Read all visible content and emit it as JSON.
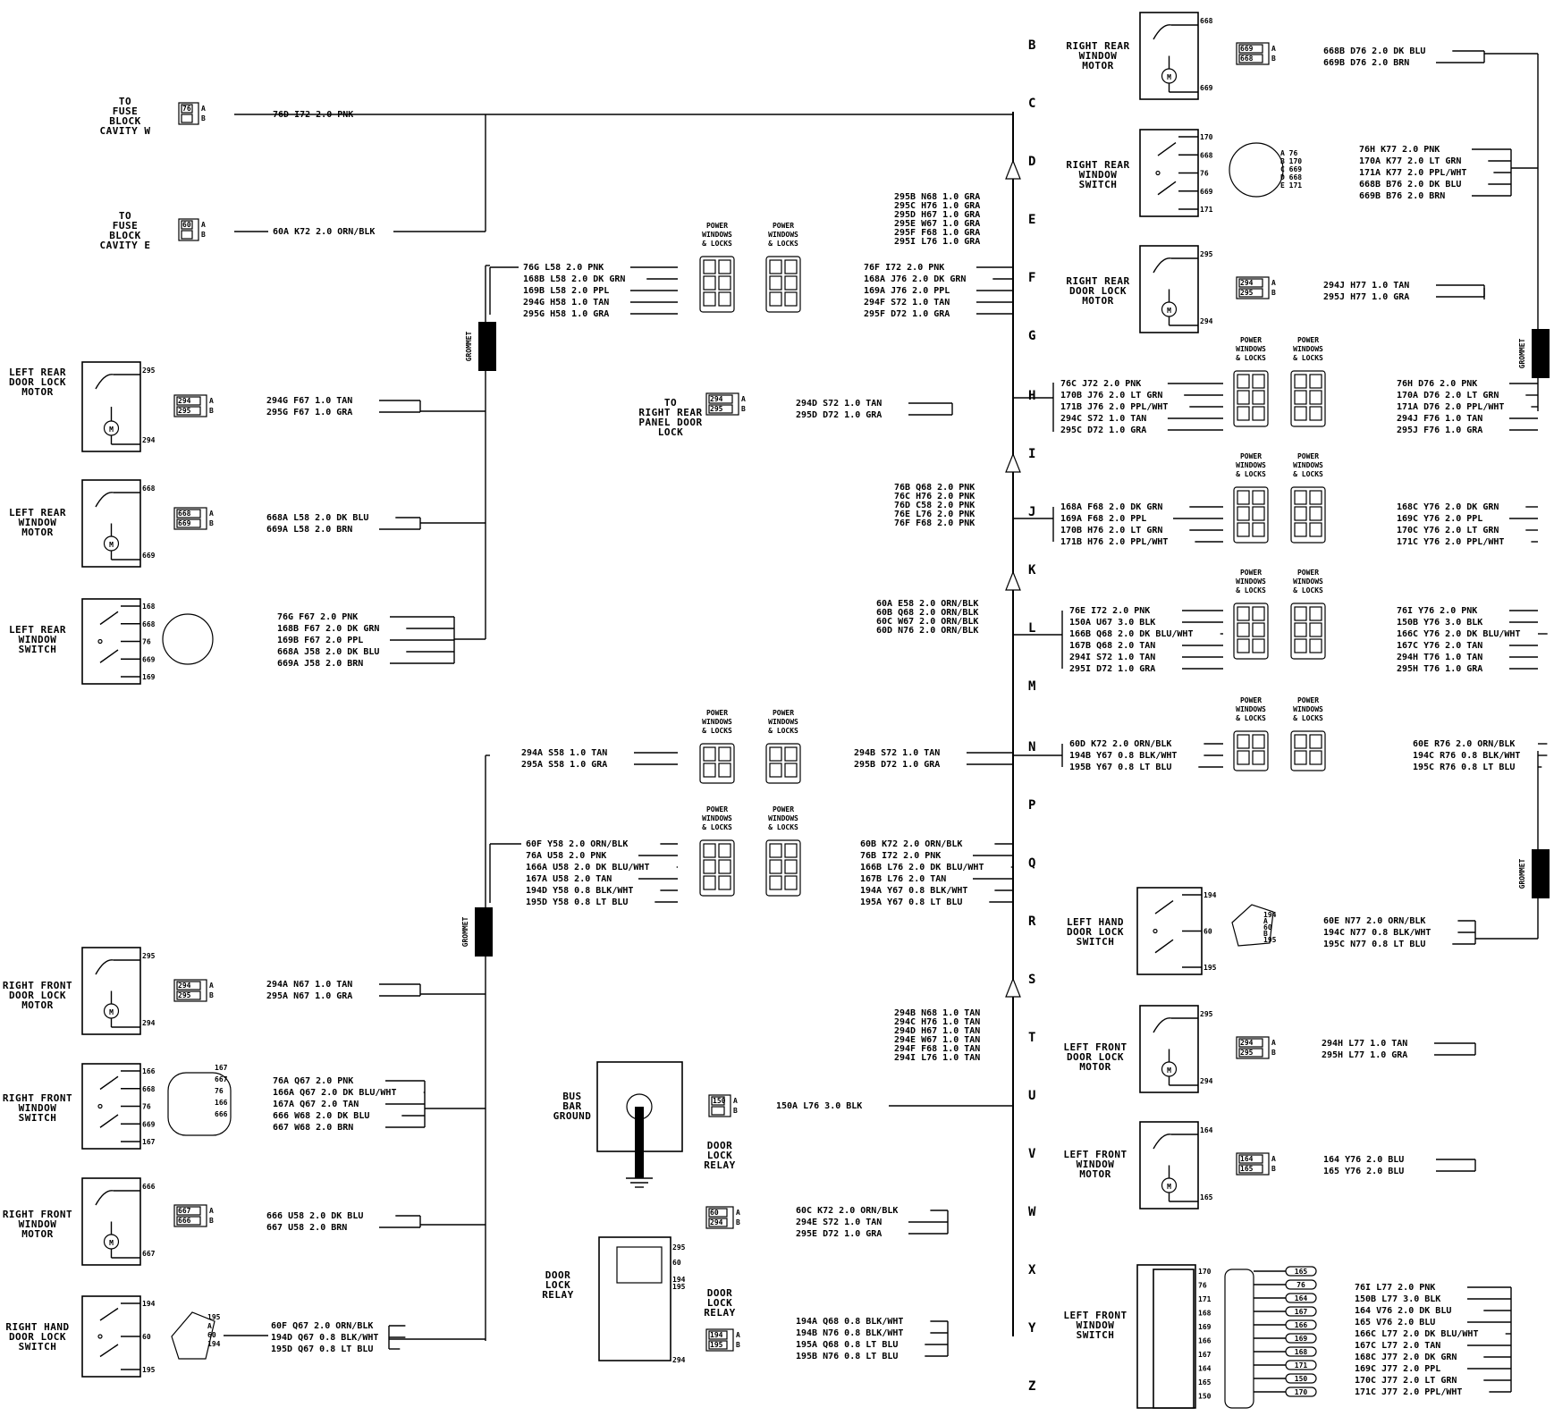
{
  "zones": [
    "B",
    "C",
    "D",
    "E",
    "F",
    "G",
    "H",
    "I",
    "J",
    "K",
    "L",
    "M",
    "N",
    "P",
    "Q",
    "R",
    "S",
    "T",
    "U",
    "V",
    "W",
    "X",
    "Y",
    "Z"
  ],
  "components": [
    {
      "id": "fuse-w",
      "label": [
        "TO",
        "FUSE",
        "BLOCK",
        "CAVITY W"
      ]
    },
    {
      "id": "fuse-e",
      "label": [
        "TO",
        "FUSE",
        "BLOCK",
        "CAVITY E"
      ]
    },
    {
      "id": "lr-lock-motor",
      "label": [
        "LEFT REAR",
        "DOOR LOCK",
        "MOTOR"
      ]
    },
    {
      "id": "lr-win-motor",
      "label": [
        "LEFT REAR",
        "WINDOW",
        "MOTOR"
      ]
    },
    {
      "id": "lr-win-switch",
      "label": [
        "LEFT REAR",
        "WINDOW",
        "SWITCH"
      ]
    },
    {
      "id": "rf-lock-motor",
      "label": [
        "RIGHT FRONT",
        "DOOR LOCK",
        "MOTOR"
      ]
    },
    {
      "id": "rf-win-switch",
      "label": [
        "RIGHT FRONT",
        "WINDOW",
        "SWITCH"
      ]
    },
    {
      "id": "rf-win-motor",
      "label": [
        "RIGHT FRONT",
        "WINDOW",
        "MOTOR"
      ]
    },
    {
      "id": "rh-lock-switch",
      "label": [
        "RIGHT HAND",
        "DOOR LOCK",
        "SWITCH"
      ]
    },
    {
      "id": "rr-panel-lock",
      "label": [
        "TO",
        "RIGHT REAR",
        "PANEL DOOR",
        "LOCK"
      ]
    },
    {
      "id": "bus-bar",
      "label": [
        "BUS",
        "BAR",
        "GROUND"
      ]
    },
    {
      "id": "relay-a",
      "label": [
        "DOOR",
        "LOCK",
        "RELAY"
      ]
    },
    {
      "id": "relay-b",
      "label": [
        "DOOR",
        "LOCK",
        "RELAY"
      ]
    },
    {
      "id": "relay-c",
      "label": [
        "DOOR",
        "LOCK",
        "RELAY"
      ]
    },
    {
      "id": "rr-win-motor",
      "label": [
        "RIGHT REAR",
        "WINDOW",
        "MOTOR"
      ]
    },
    {
      "id": "rr-win-switch",
      "label": [
        "RIGHT REAR",
        "WINDOW",
        "SWITCH"
      ]
    },
    {
      "id": "rr-lock-motor",
      "label": [
        "RIGHT REAR",
        "DOOR LOCK",
        "MOTOR"
      ]
    },
    {
      "id": "lh-lock-switch",
      "label": [
        "LEFT HAND",
        "DOOR LOCK",
        "SWITCH"
      ]
    },
    {
      "id": "lf-lock-motor",
      "label": [
        "LEFT FRONT",
        "DOOR LOCK",
        "MOTOR"
      ]
    },
    {
      "id": "lf-win-motor",
      "label": [
        "LEFT FRONT",
        "WINDOW",
        "MOTOR"
      ]
    },
    {
      "id": "lf-win-switch",
      "label": [
        "LEFT FRONT",
        "WINDOW",
        "SWITCH"
      ]
    }
  ],
  "connector_label": [
    "POWER",
    "WINDOWS",
    "& LOCKS"
  ],
  "grommet_label": "GROMMET",
  "wire_groups": [
    {
      "id": "fuse-w",
      "rows": [
        "76D    I72   2.0 PNK"
      ]
    },
    {
      "id": "fuse-e",
      "rows": [
        "60A    K72   2.0 ORN/BLK"
      ]
    },
    {
      "id": "lr-lock",
      "rows": [
        "294G   F67   1.0 TAN",
        "295G   F67   1.0 GRA"
      ]
    },
    {
      "id": "lr-motor",
      "rows": [
        "668A   L58   2.0 DK BLU",
        "669A   L58   2.0 BRN"
      ]
    },
    {
      "id": "lr-switch",
      "rows": [
        "76G    F67   2.0 PNK",
        "168B   F67   2.0 DK GRN",
        "169B   F67   2.0 PPL",
        "668A   J58   2.0 DK BLU",
        "669A   J58   2.0 BRN"
      ]
    },
    {
      "id": "pw1-left",
      "rows": [
        "76G   L58   2.0 PNK",
        "168B  L58   2.0 DK GRN",
        "169B  L58   2.0 PPL",
        "294G  H58   1.0 TAN",
        "295G  H58   1.0 GRA"
      ]
    },
    {
      "id": "pw1-right",
      "rows": [
        "76F    I72   2.0 PNK",
        "168A   J76   2.0 DK GRN",
        "169A   J76   2.0 PPL",
        "294F   S72   1.0 TAN",
        "295F   D72   1.0 GRA"
      ]
    },
    {
      "id": "splice-d",
      "rows": [
        "295B   N68   1.0 GRA",
        "295C   H76   1.0 GRA",
        "295D   H67   1.0 GRA",
        "295E   W67   1.0 GRA",
        "295F   F68   1.0 GRA",
        "295I   L76   1.0 GRA"
      ]
    },
    {
      "id": "rr-panel",
      "rows": [
        "294D   S72   1.0 TAN",
        "295D   D72   1.0 GRA"
      ]
    },
    {
      "id": "splice-i",
      "rows": [
        "76B    Q68   2.0 PNK",
        "76C    H76   2.0 PNK",
        "76D    C58   2.0 PNK",
        "76E    L76   2.0 PNK",
        "76F    F68   2.0 PNK"
      ]
    },
    {
      "id": "splice-k",
      "rows": [
        "60A    E58   2.0 ORN/BLK",
        "60B    Q68   2.0 ORN/BLK",
        "60C    W67   2.0 ORN/BLK",
        "60D    N76   2.0 ORN/BLK"
      ]
    },
    {
      "id": "pw2-left",
      "rows": [
        "294A   S58   1.0 TAN",
        "295A   S58   1.0 GRA"
      ]
    },
    {
      "id": "pw2-right",
      "rows": [
        "294B   S72   1.0 TAN",
        "295B   D72   1.0 GRA"
      ]
    },
    {
      "id": "pw3-left",
      "rows": [
        "60F    Y58   2.0 ORN/BLK",
        "76A    U58   2.0 PNK",
        "166A   U58   2.0 DK BLU/WHT",
        "167A   U58   2.0 TAN",
        "194D   Y58   0.8 BLK/WHT",
        "195D   Y58   0.8 LT BLU"
      ]
    },
    {
      "id": "pw3-right",
      "rows": [
        "60B    K72   2.0 ORN/BLK",
        "76B    I72   2.0 PNK",
        "166B   L76   2.0 DK BLU/WHT",
        "167B   L76   2.0 TAN",
        "194A   Y67   0.8 BLK/WHT",
        "195A   Y67   0.8 LT BLU"
      ]
    },
    {
      "id": "rf-lock",
      "rows": [
        "294A   N67   1.0 TAN",
        "295A   N67   1.0 GRA"
      ]
    },
    {
      "id": "rf-switch",
      "rows": [
        "76A    Q67   2.0 PNK",
        "166A   Q67   2.0 DK BLU/WHT",
        "167A   Q67   2.0 TAN",
        "666    W68   2.0 DK BLU",
        "667    W68   2.0 BRN"
      ]
    },
    {
      "id": "rf-motor",
      "rows": [
        "666    U58   2.0 DK BLU",
        "667    U58   2.0 BRN"
      ]
    },
    {
      "id": "rh-switch",
      "rows": [
        "60F    Q67   2.0 ORN/BLK",
        "194D   Q67   0.8 BLK/WHT",
        "195D   Q67   0.8 LT BLU"
      ]
    },
    {
      "id": "splice-s",
      "rows": [
        "294B   N68   1.0 TAN",
        "294C   H76   1.0 TAN",
        "294D   H67   1.0 TAN",
        "294E   W67   1.0 TAN",
        "294F   F68   1.0 TAN",
        "294I   L76   1.0 TAN"
      ]
    },
    {
      "id": "bus",
      "rows": [
        "150A   L76   3.0 BLK"
      ]
    },
    {
      "id": "relay-1",
      "rows": [
        "60C    K72   2.0 ORN/BLK",
        "294E   S72   1.0 TAN",
        "295E   D72   1.0 GRA"
      ]
    },
    {
      "id": "relay-2",
      "rows": [
        "194A   Q68   0.8 BLK/WHT",
        "194B   N76   0.8 BLK/WHT",
        "195A   Q68   0.8 LT BLU",
        "195B   N76   0.8 LT BLU"
      ]
    },
    {
      "id": "rr-motor",
      "rows": [
        "668B   D76   2.0 DK BLU",
        "669B   D76   2.0 BRN"
      ]
    },
    {
      "id": "rr-switch",
      "rows": [
        "76H    K77   2.0 PNK",
        "170A   K77   2.0 LT GRN",
        "171A   K77   2.0 PPL/WHT",
        "668B   B76   2.0 DK BLU",
        "669B   B76   2.0 BRN"
      ]
    },
    {
      "id": "rr-lock",
      "rows": [
        "294J   H77   1.0 TAN",
        "295J   H77   1.0 GRA"
      ]
    },
    {
      "id": "h-left",
      "rows": [
        "76C   J72   2.0 PNK",
        "170B  J76   2.0 LT GRN",
        "171B  J76   2.0 PPL/WHT",
        "294C  S72   1.0 TAN",
        "295C  D72   1.0 GRA"
      ]
    },
    {
      "id": "h-right",
      "rows": [
        "76H    D76   2.0 PNK",
        "170A   D76   2.0 LT GRN",
        "171A   D76   2.0 PPL/WHT",
        "294J   F76   1.0 TAN",
        "295J   F76   1.0 GRA"
      ]
    },
    {
      "id": "j-left",
      "rows": [
        "168A   F68   2.0 DK GRN",
        "169A   F68   2.0 PPL",
        "170B   H76   2.0 LT GRN",
        "171B   H76   2.0 PPL/WHT"
      ]
    },
    {
      "id": "j-right",
      "rows": [
        "168C   Y76   2.0 DK GRN",
        "169C   Y76   2.0 PPL",
        "170C   Y76   2.0 LT GRN",
        "171C   Y76   2.0 PPL/WHT"
      ]
    },
    {
      "id": "l-left",
      "rows": [
        "76E    I72   2.0 PNK",
        "150A   U67   3.0 BLK",
        "166B   Q68   2.0 DK BLU/WHT",
        "167B   Q68   2.0 TAN",
        "294I   S72   1.0 TAN",
        "295I   D72   1.0 GRA"
      ]
    },
    {
      "id": "l-right",
      "rows": [
        "76I    Y76   2.0 PNK",
        "150B   Y76   3.0 BLK",
        "166C   Y76   2.0 DK BLU/WHT",
        "167C   Y76   2.0 TAN",
        "294H   T76   1.0 TAN",
        "295H   T76   1.0 GRA"
      ]
    },
    {
      "id": "n-left",
      "rows": [
        "60D    K72   2.0 ORN/BLK",
        "194B   Y67   0.8 BLK/WHT",
        "195B   Y67   0.8 LT BLU"
      ]
    },
    {
      "id": "n-right",
      "rows": [
        "60E    R76   2.0 ORN/BLK",
        "194C   R76   0.8 BLK/WHT",
        "195C   R76   0.8 LT BLU"
      ]
    },
    {
      "id": "lh-switch",
      "rows": [
        "60E    N77   2.0 ORN/BLK",
        "194C   N77   0.8 BLK/WHT",
        "195C   N77   0.8 LT BLU"
      ]
    },
    {
      "id": "lf-lock",
      "rows": [
        "294H   L77   1.0 TAN",
        "295H   L77   1.0 GRA"
      ]
    },
    {
      "id": "lf-motor",
      "rows": [
        "164    Y76   2.0 BLU",
        "165    Y76   2.0 BLU"
      ]
    },
    {
      "id": "lf-switch",
      "rows": [
        "76I    L77   2.0 PNK",
        "150B   L77   3.0 BLK",
        "164    V76   2.0 DK BLU",
        "165    V76   2.0 BLU",
        "166C   L77   2.0 DK BLU/WHT",
        "167C   L77   2.0 TAN",
        "168C   J77   2.0 DK GRN",
        "169C   J77   2.0 PPL",
        "170C   J77   2.0 LT GRN",
        "171C   J77   2.0 PPL/WHT"
      ]
    }
  ],
  "lf_switch_pins": [
    "165",
    "76",
    "164",
    "167",
    "166",
    "169",
    "168",
    "171",
    "150",
    "170"
  ],
  "lf_switch_side_pins": [
    "170",
    "76",
    "171",
    "168",
    "169",
    "166",
    "167",
    "164",
    "165",
    "150"
  ]
}
